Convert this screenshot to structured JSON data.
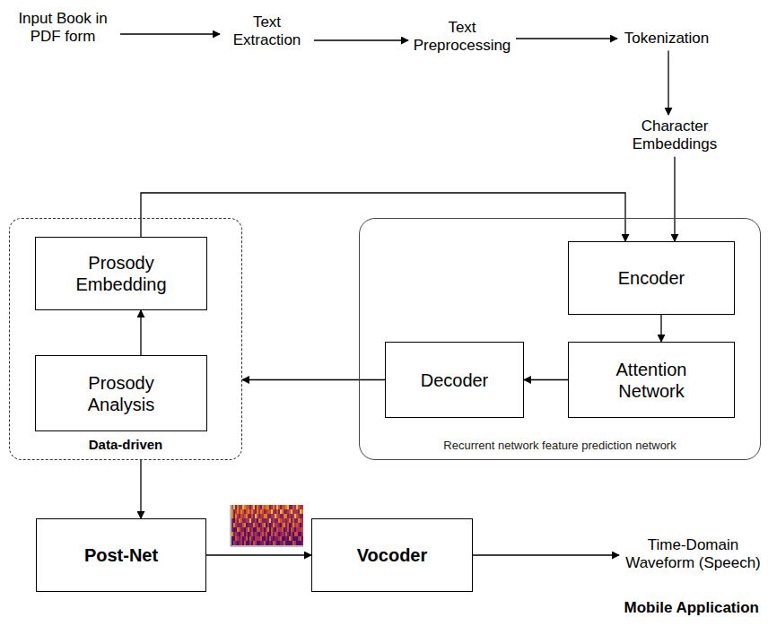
{
  "diagram": {
    "nodes": [
      {
        "text": [
          "Input Book in PDF form"
        ]
      },
      {
        "text": [
          "Text Extraction"
        ]
      },
      {
        "text": [
          "Text Preprocessing"
        ]
      },
      {
        "text": [
          "Tokenization"
        ]
      },
      {
        "text": [
          "Character Embeddings"
        ]
      },
      {
        "text": [
          "Data-driven"
        ]
      },
      {
        "text": [
          "Prosody Embedding"
        ],
        "in": 5
      },
      {
        "text": [
          "Prosody Analysis"
        ],
        "in": 5
      },
      {
        "text": [
          "Recurrent network feature prediction network"
        ]
      },
      {
        "text": [
          "Encoder"
        ],
        "in": 8
      },
      {
        "text": [
          "Attention Network"
        ],
        "in": 8
      },
      {
        "text": [
          "Decoder"
        ],
        "in": 8
      },
      {
        "text": [
          "Post-Net"
        ]
      },
      {
        "text": [
          "Vocoder"
        ]
      },
      {
        "text": [
          "Time-Domain Waveform (Speech)"
        ]
      }
    ],
    "edges": [
      {
        "from": 0,
        "to": 1,
        "arrow": "to"
      },
      {
        "from": 1,
        "to": 2,
        "arrow": "to"
      },
      {
        "from": 2,
        "to": 3,
        "arrow": "to"
      },
      {
        "from": 3,
        "to": 4,
        "arrow": "to"
      },
      {
        "from": 4,
        "to": 9,
        "arrow": "to"
      },
      {
        "from": 6,
        "to": 9,
        "arrow": "to"
      },
      {
        "from": 9,
        "to": 10,
        "arrow": "to"
      },
      {
        "from": 10,
        "to": 11,
        "arrow": "to"
      },
      {
        "from": 11,
        "to": 5,
        "arrow": "to"
      },
      {
        "from": 7,
        "to": 6,
        "arrow": "to"
      },
      {
        "from": 5,
        "to": 12,
        "arrow": "to"
      },
      {
        "from": 12,
        "to": 13,
        "arrow": "to"
      },
      {
        "from": 13,
        "to": 14,
        "arrow": "to"
      }
    ],
    "labels": [
      "Mobile Application"
    ]
  }
}
